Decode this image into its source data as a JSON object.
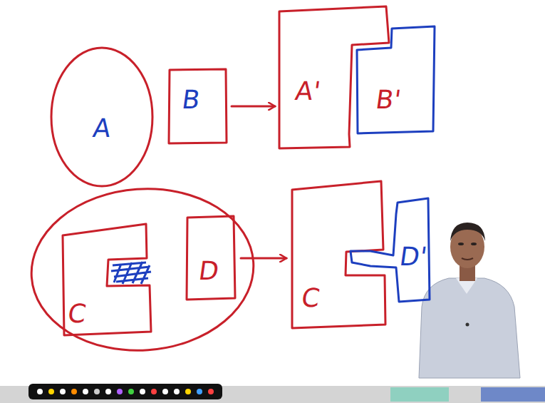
{
  "diagram": {
    "nodes": [
      {
        "text": [
          "A"
        ]
      },
      {
        "text": [
          "B"
        ]
      },
      {
        "text": [
          "A'"
        ]
      },
      {
        "text": [
          "B'"
        ]
      },
      {
        "text": [
          "C"
        ]
      },
      {
        "text": [
          "D"
        ]
      },
      {
        "text": [
          "C"
        ]
      },
      {
        "text": [
          "D'"
        ]
      }
    ],
    "edges": [
      {
        "from": 1,
        "to": 2,
        "arrow": "to"
      },
      {
        "from": 5,
        "to": 6,
        "arrow": "to"
      }
    ]
  }
}
